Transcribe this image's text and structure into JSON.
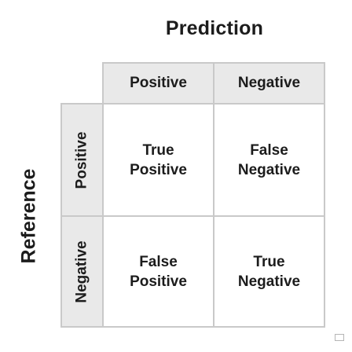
{
  "prediction_label": "Prediction",
  "reference_label": "Reference",
  "columns": [
    "Positive",
    "Negative"
  ],
  "rows": [
    "Positive",
    "Negative"
  ],
  "cells": [
    [
      {
        "line1": "True",
        "line2": "Positive"
      },
      {
        "line1": "False",
        "line2": "Negative"
      }
    ],
    [
      {
        "line1": "False",
        "line2": "Positive"
      },
      {
        "line1": "True",
        "line2": "Negative"
      }
    ]
  ],
  "colors": {
    "header_fill": "#e9e9e9",
    "grid_border": "#c9c9c9",
    "text": "#1c1c1c"
  }
}
